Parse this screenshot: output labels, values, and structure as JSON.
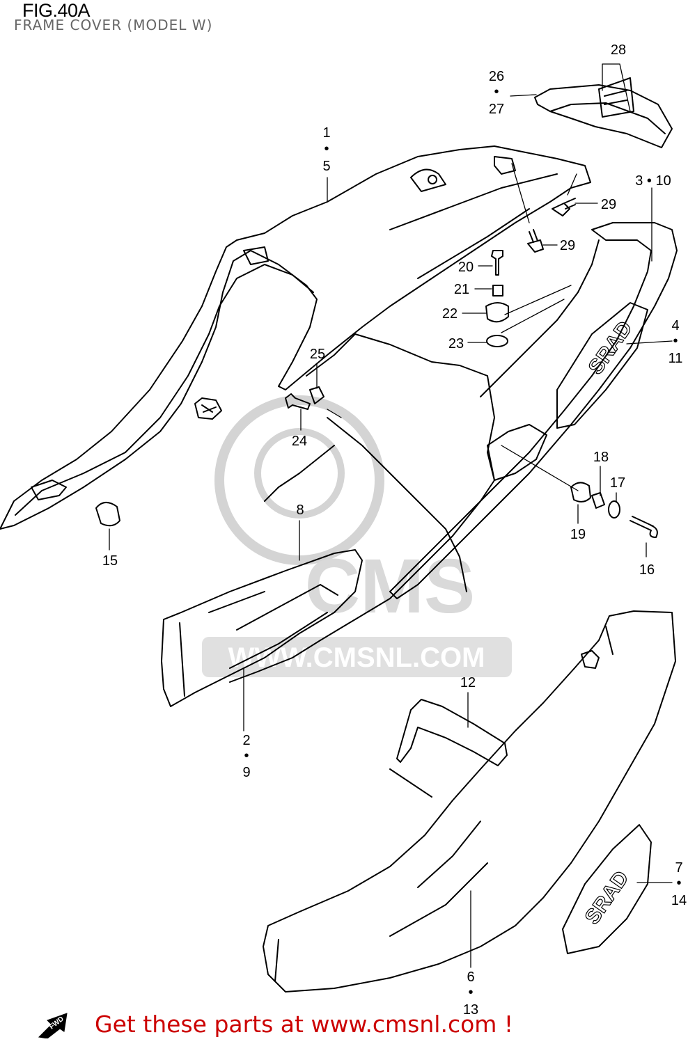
{
  "header": {
    "figure": "FIG.40A",
    "title": "FRAME COVER (MODEL W)"
  },
  "watermark": {
    "brand": "CMS",
    "url": "WWW.CMSNL.COM"
  },
  "callouts": [
    {
      "id": "c1",
      "lines": [
        "1",
        "•",
        "5"
      ]
    },
    {
      "id": "c2",
      "lines": [
        "2",
        "•",
        "9"
      ]
    },
    {
      "id": "c3",
      "lines": [
        "3 • 10"
      ]
    },
    {
      "id": "c4",
      "lines": [
        "4",
        "•",
        "11"
      ]
    },
    {
      "id": "c6",
      "lines": [
        "6",
        "•",
        "13"
      ]
    },
    {
      "id": "c7",
      "lines": [
        "7",
        "•",
        "14"
      ]
    },
    {
      "id": "c8",
      "lines": [
        "8"
      ]
    },
    {
      "id": "c12",
      "lines": [
        "12"
      ]
    },
    {
      "id": "c15",
      "lines": [
        "15"
      ]
    },
    {
      "id": "c16",
      "lines": [
        "16"
      ]
    },
    {
      "id": "c17",
      "lines": [
        "17"
      ]
    },
    {
      "id": "c18",
      "lines": [
        "18"
      ]
    },
    {
      "id": "c19",
      "lines": [
        "19"
      ]
    },
    {
      "id": "c20",
      "lines": [
        "20"
      ]
    },
    {
      "id": "c21",
      "lines": [
        "21"
      ]
    },
    {
      "id": "c22",
      "lines": [
        "22"
      ]
    },
    {
      "id": "c23",
      "lines": [
        "23"
      ]
    },
    {
      "id": "c24",
      "lines": [
        "24"
      ]
    },
    {
      "id": "c25",
      "lines": [
        "25"
      ]
    },
    {
      "id": "c26",
      "lines": [
        "26",
        "•",
        "27"
      ]
    },
    {
      "id": "c28",
      "lines": [
        "28"
      ]
    },
    {
      "id": "c29a",
      "lines": [
        "29"
      ]
    },
    {
      "id": "c29b",
      "lines": [
        "29"
      ]
    }
  ],
  "footer": {
    "fwd_icon": "fwd-arrow-icon",
    "fwd_text": "FWD",
    "link_text": "Get these parts at www.cmsnl.com !",
    "link_color": "#cc0000"
  },
  "colors": {
    "line": "#000000",
    "watermark": "#d9d9d9",
    "subtitle": "#666666"
  }
}
